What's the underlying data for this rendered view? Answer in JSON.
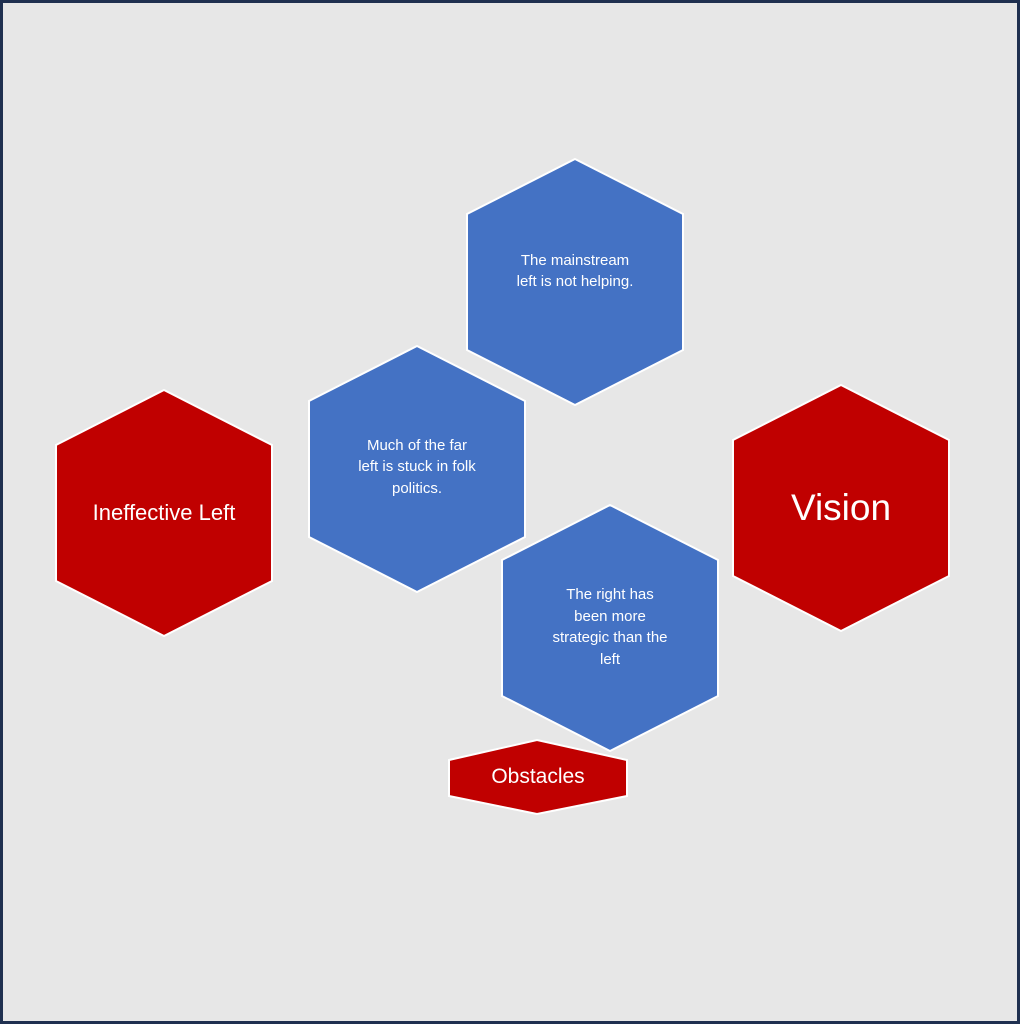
{
  "diagram": {
    "nodes": {
      "mainstream": {
        "text": "The mainstream left is not helping.",
        "color": "#4472c4"
      },
      "farleft": {
        "text": "Much of the far left is stuck in folk politics.",
        "color": "#4472c4"
      },
      "right": {
        "text": "The right has been more strategic than the left",
        "color": "#4472c4"
      },
      "ineffective": {
        "text": "Ineffective Left",
        "color": "#c00000"
      },
      "vision": {
        "text": "Vision",
        "color": "#c00000"
      },
      "obstacles": {
        "text": "Obstacles",
        "color": "#c00000"
      }
    }
  }
}
